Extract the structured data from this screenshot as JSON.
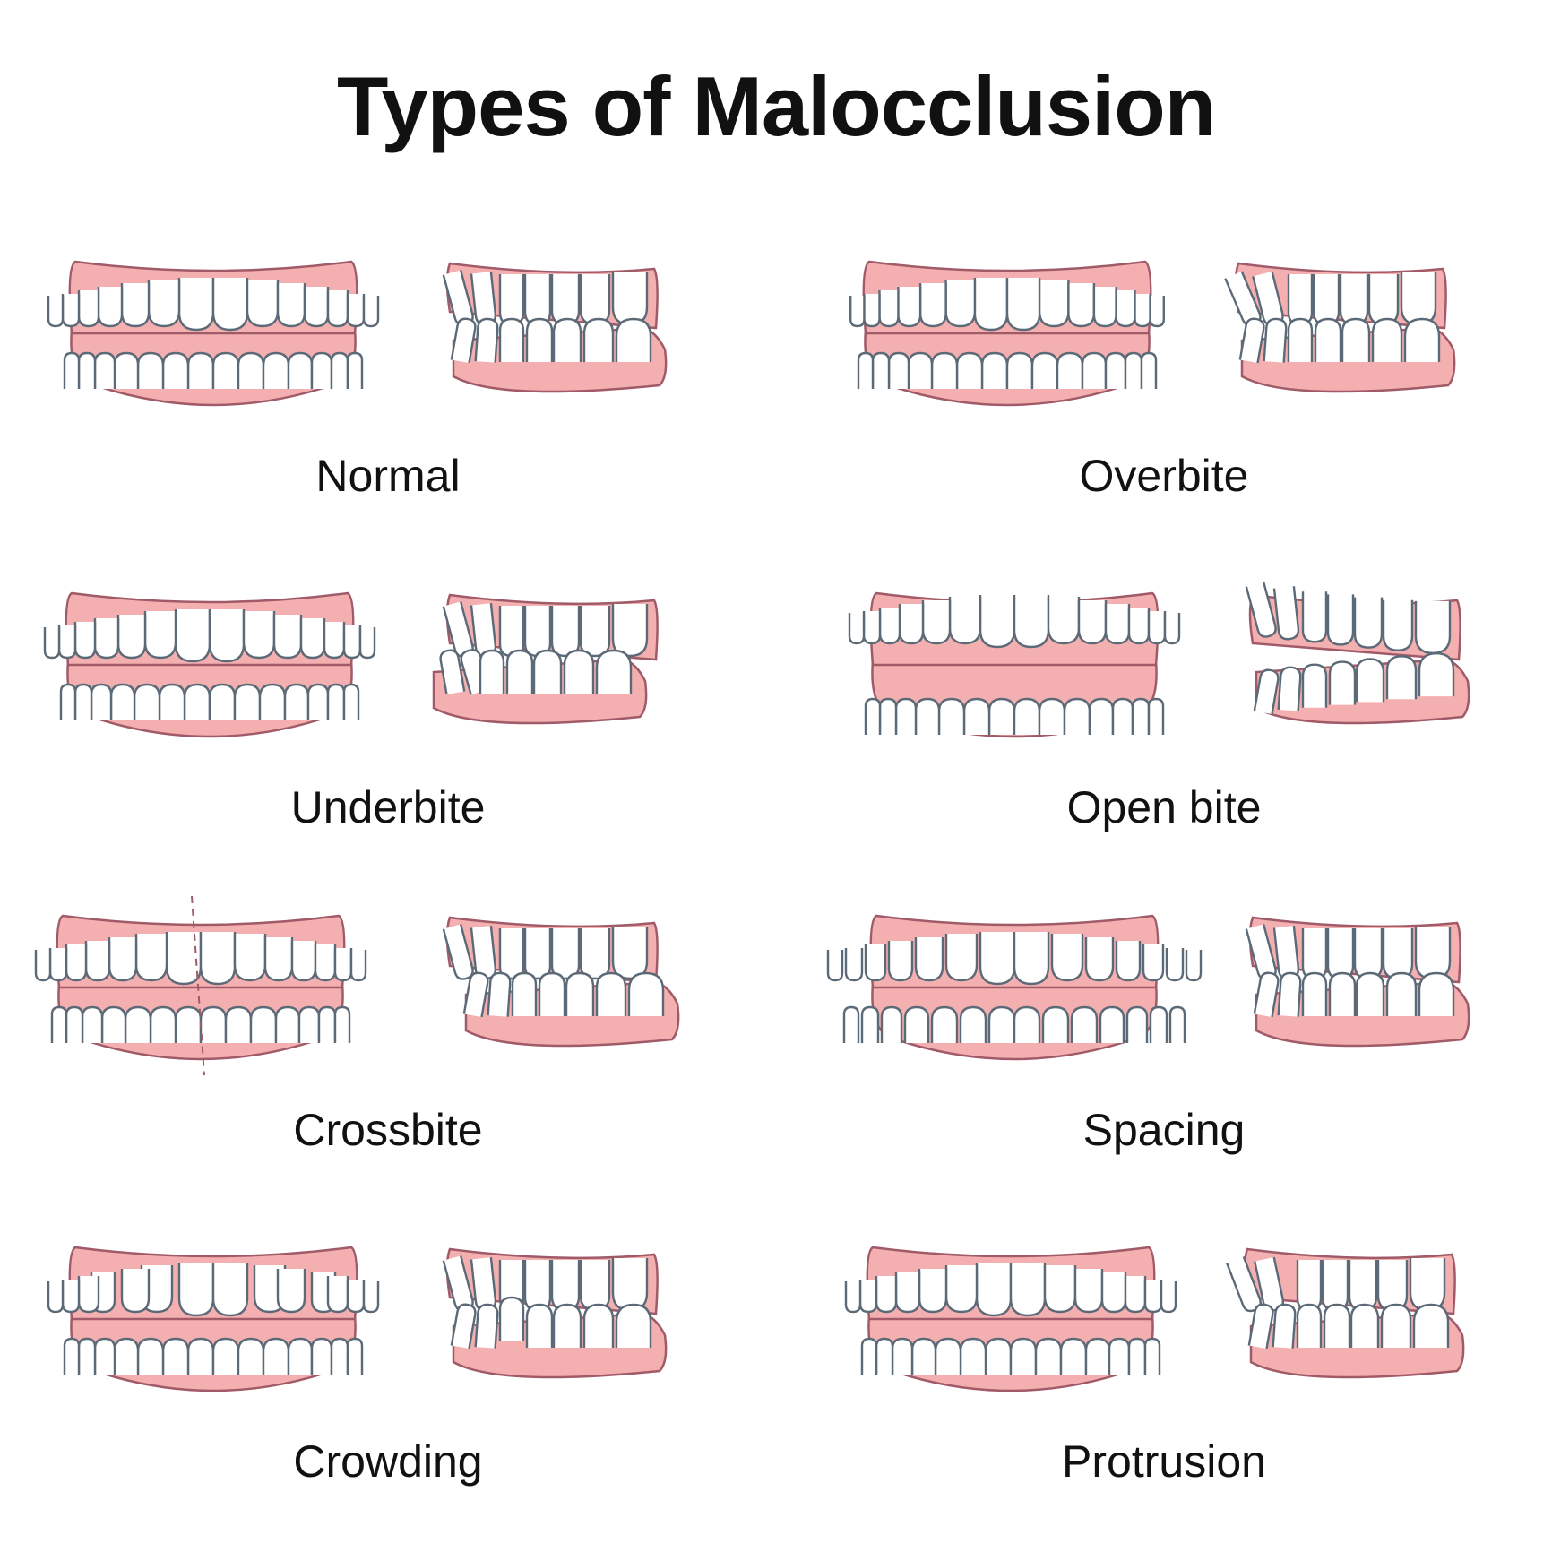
{
  "title": "Types of Malocclusion",
  "colors": {
    "gum_fill": "#f4b0b0",
    "gum_stroke": "#a05a68",
    "tooth_fill": "#ffffff",
    "tooth_stroke": "#5c6a78",
    "midline": "#a05a68"
  },
  "types": [
    {
      "label": "Normal"
    },
    {
      "label": "Overbite"
    },
    {
      "label": "Underbite"
    },
    {
      "label": "Open bite"
    },
    {
      "label": "Crossbite"
    },
    {
      "label": "Spacing"
    },
    {
      "label": "Crowding"
    },
    {
      "label": "Protrusion"
    }
  ]
}
